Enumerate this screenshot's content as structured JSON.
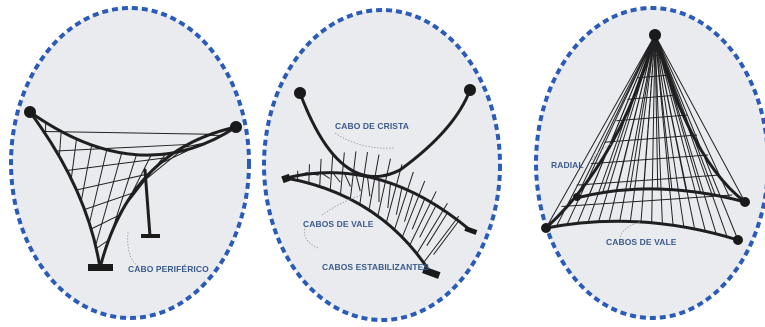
{
  "panels": [
    {
      "id": "panel-1",
      "labels": [
        "CABO PERIFÉRICO"
      ]
    },
    {
      "id": "panel-2",
      "labels": [
        "CABO DE CRISTA",
        "CABOS DE VALE",
        "CABOS ESTABILIZANTES"
      ]
    },
    {
      "id": "panel-3",
      "labels": [
        "RADIAL",
        "CABOS DE VALE"
      ]
    }
  ],
  "colors": {
    "border": "#2a5bb8",
    "fill": "#e9ebee",
    "label": "#3b5a8c",
    "cable": "#1f1f1f"
  }
}
